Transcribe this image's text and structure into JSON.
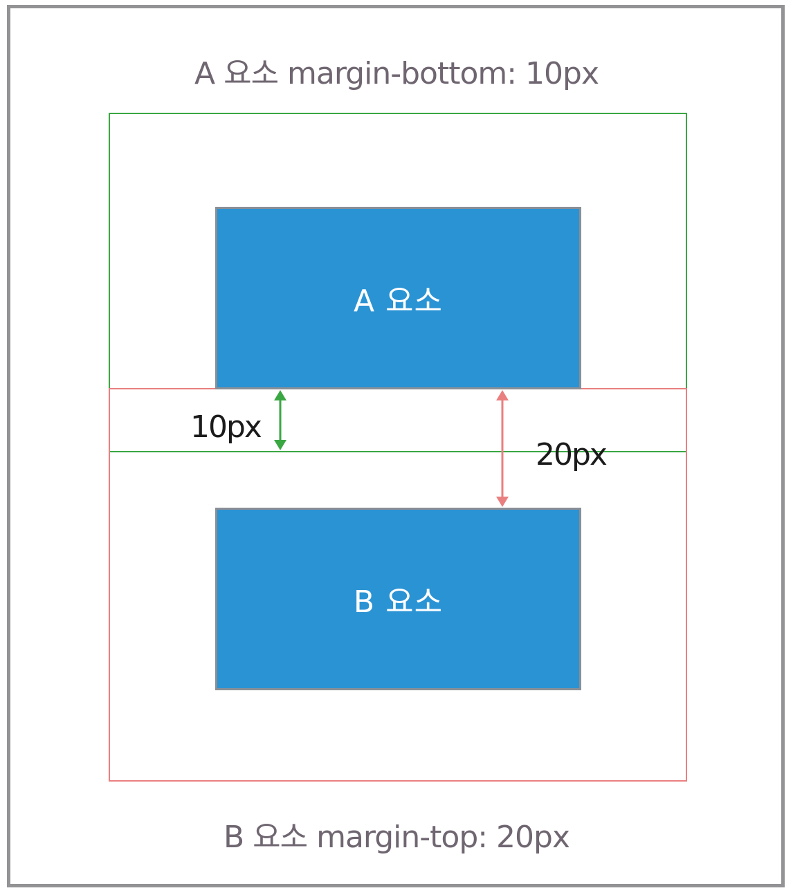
{
  "captions": {
    "top": "A 요소 margin-bottom: 10px",
    "bottom": "B 요소 margin-top: 20px"
  },
  "elements": {
    "a_label": "A 요소",
    "b_label": "B 요소"
  },
  "measurements": {
    "a_margin_label": "10px",
    "b_margin_label": "20px"
  },
  "colors": {
    "frame": "#939396",
    "a_margin_outline": "#3aa743",
    "b_margin_outline": "#ea7f80",
    "element_fill": "#2a93d4",
    "element_border": "#8a8f96",
    "caption_text": "#6f6671"
  }
}
